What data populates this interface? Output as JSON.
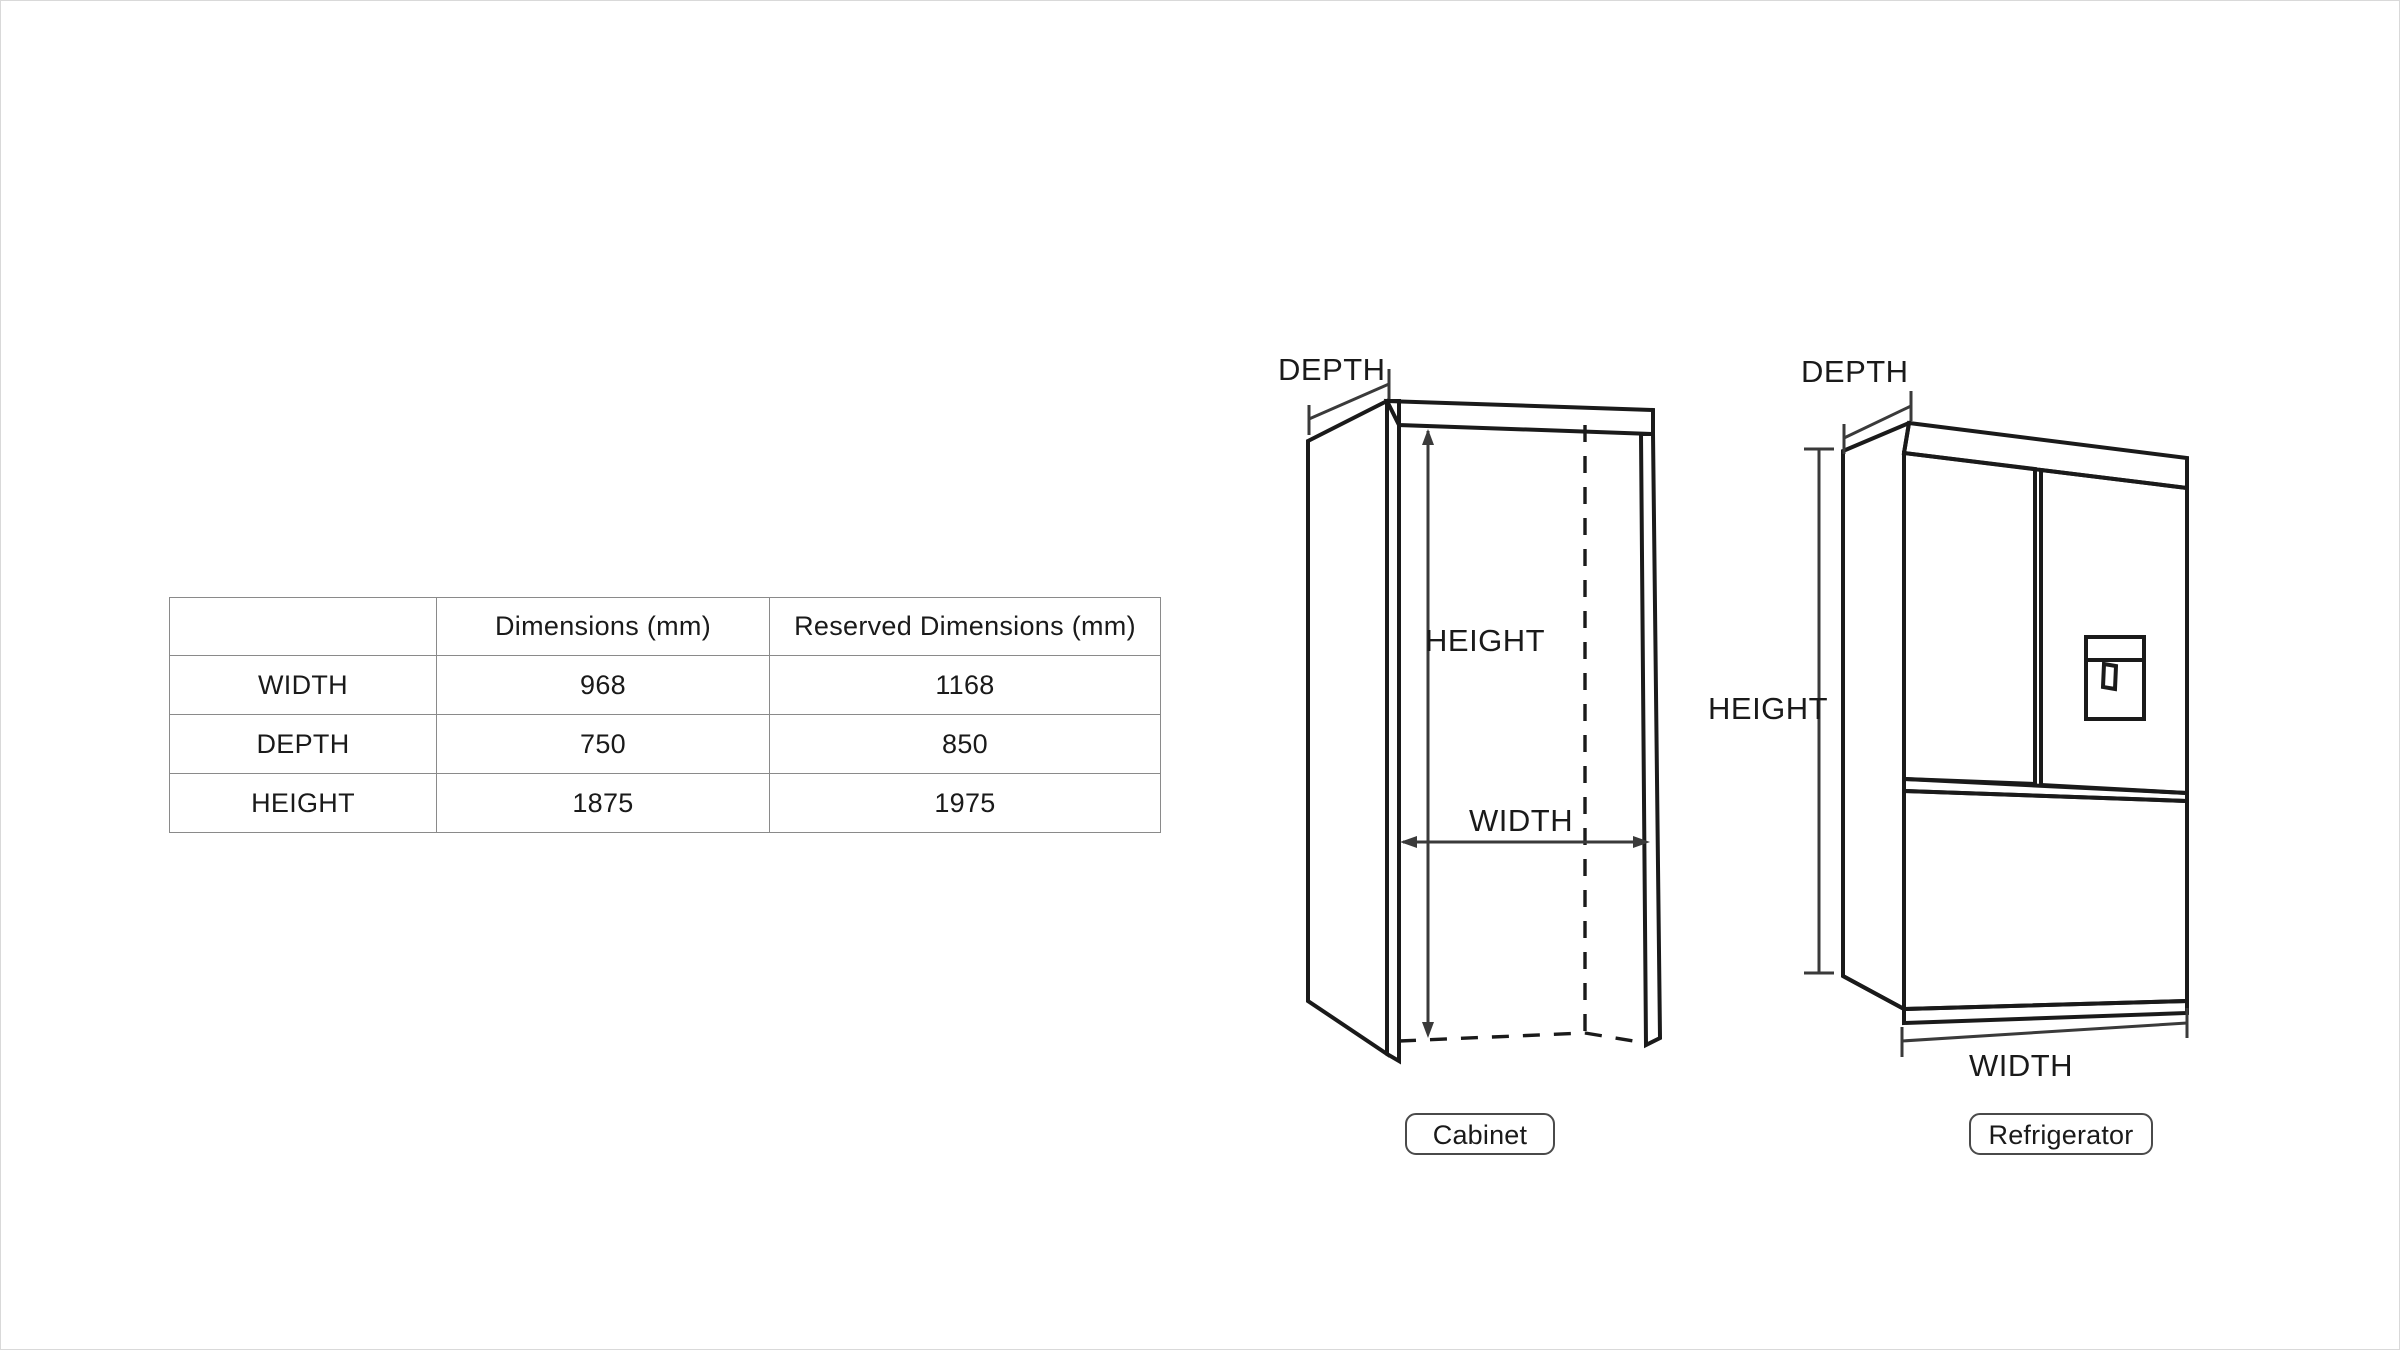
{
  "table": {
    "headers": [
      "",
      "Dimensions (mm)",
      "Reserved Dimensions (mm)"
    ],
    "rows": [
      {
        "label": "WIDTH",
        "dimension": "968",
        "reserved": "1168"
      },
      {
        "label": "DEPTH",
        "dimension": "750",
        "reserved": "850"
      },
      {
        "label": "HEIGHT",
        "dimension": "1875",
        "reserved": "1975"
      }
    ]
  },
  "diagrams": {
    "cabinet": {
      "caption": "Cabinet",
      "labels": {
        "depth": "DEPTH",
        "height": "HEIGHT",
        "width": "WIDTH"
      }
    },
    "refrigerator": {
      "caption": "Refrigerator",
      "labels": {
        "depth": "DEPTH",
        "height": "HEIGHT",
        "width": "WIDTH"
      }
    }
  },
  "colors": {
    "line": "#1a1a1a",
    "dimension_line": "#3a3a3a",
    "table_border": "#8a8a8a",
    "pill_border": "#4a4a4a",
    "background": "#ffffff"
  }
}
